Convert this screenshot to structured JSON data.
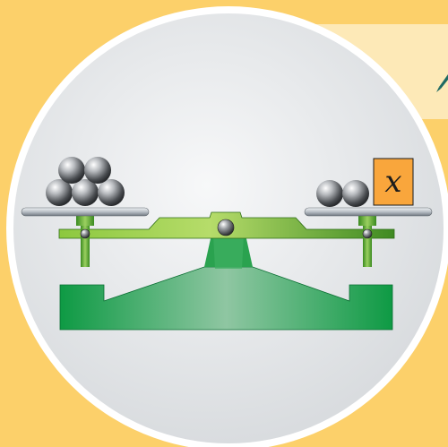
{
  "scale": {
    "left_pan": {
      "ball_count": 5
    },
    "right_pan": {
      "ball_count": 2,
      "unknown_box_label": "x"
    }
  },
  "colors": {
    "background": "#fcd06a",
    "banner": "#fde9b7",
    "plate": "#e9ebed",
    "scale_green": "#16a24a",
    "beam_green": "#7fbf3e",
    "unknown_box": "#f9a63c"
  }
}
